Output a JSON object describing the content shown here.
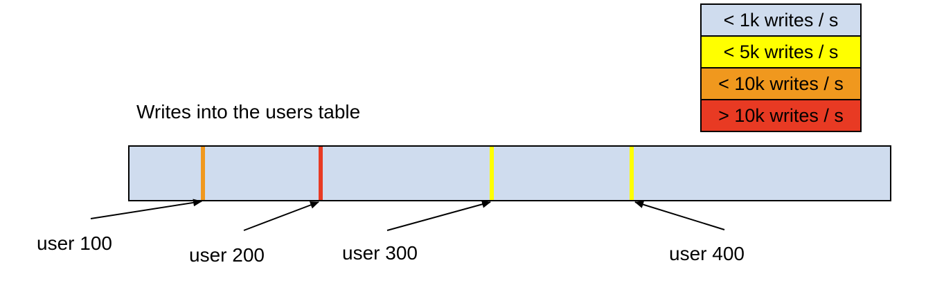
{
  "title": "Writes into the users table",
  "colors": {
    "bar_fill": "#cfdcee",
    "rate_lt_1k": "#cfdcee",
    "rate_lt_5k": "#ffff00",
    "rate_lt_10k": "#f0981e",
    "rate_gt_10k": "#e83a23",
    "border": "#000000"
  },
  "legend": {
    "items": [
      {
        "label": "< 1k writes / s",
        "color": "#cfdcee"
      },
      {
        "label": "< 5k writes / s",
        "color": "#ffff00"
      },
      {
        "label": "< 10k writes / s",
        "color": "#f0981e"
      },
      {
        "label": "> 10k writes / s",
        "color": "#e83a23"
      }
    ]
  },
  "bar": {
    "name": "users table",
    "fill": "#cfdcee",
    "stripes": [
      {
        "user": "user 100",
        "rate": "< 10k writes / s",
        "color": "#f0981e",
        "left_pct": "9.4%"
      },
      {
        "user": "user 200",
        "rate": "> 10k writes / s",
        "color": "#e83a23",
        "left_pct": "24.9%"
      },
      {
        "user": "user 300",
        "rate": "< 5k writes / s",
        "color": "#ffff00",
        "left_pct": "47.4%"
      },
      {
        "user": "user 400",
        "rate": "< 5k writes / s",
        "color": "#ffff00",
        "left_pct": "65.8%"
      }
    ]
  }
}
